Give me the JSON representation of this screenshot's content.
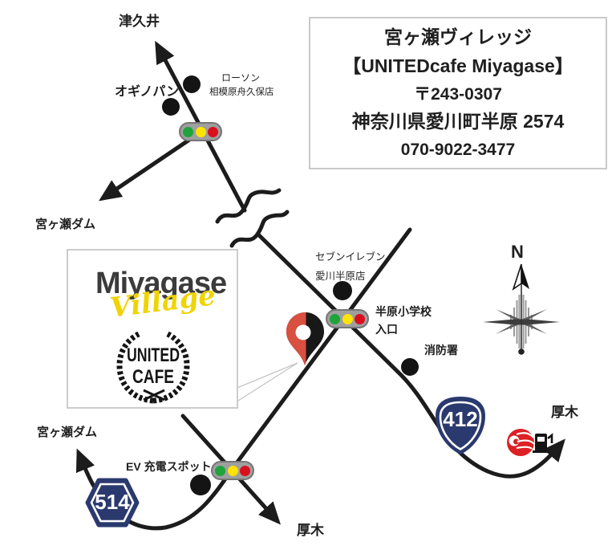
{
  "map": {
    "info_box": {
      "lines": [
        "宮ヶ瀬ヴィレッジ",
        "【UNITEDcafe Miyagase】",
        "〒243-0307",
        "神奈川県愛川町半原 2574",
        "070-9022-3477"
      ]
    },
    "labels": {
      "tsukui": "津久井",
      "ogino_pan": "オギノパン",
      "lawson_line1": "ローソン",
      "lawson_line2": "相模原舟久保店",
      "miyagase_dam_top": "宮ヶ瀬ダム",
      "seven_eleven_line1": "セブンイレブン",
      "seven_eleven_line2": "愛川半原店",
      "school_line1": "半原小学校",
      "school_line2": "入口",
      "fire_station": "消防署",
      "atsugi_right": "厚木",
      "compass_north": "N",
      "miyagase_dam_bottom": "宮ヶ瀬ダム",
      "ev_spot": "EV 充電スポット",
      "atsugi_bottom": "厚木"
    },
    "signs": {
      "national_route": "412",
      "prefectural_route": "514"
    },
    "logo_box": {
      "title": "Miyagase",
      "script": "Village",
      "emblem_top": "UNITED",
      "emblem_bottom": "CAFE"
    },
    "icons": {
      "traffic_light": "capsule with green/yellow/red lights",
      "poi_dot": "black filled circle place marker",
      "location_pin": "red and black map pin with white center",
      "compass_rose": "north compass rose",
      "gas_station_logo": "red circular brand mark",
      "fuel_pump": "black fuel pump glyph",
      "route_shield_national": "inverted rounded-triangle navy shield",
      "route_shield_prefectural": "navy hexagon shield",
      "wavy_break": "double squiggle road continuation mark"
    },
    "colors": {
      "road_black": "#1c1c1c",
      "sign_navy": "#2a3a6e",
      "signal_body_gray": "#9f9f9f",
      "signal_green": "#1fa43c",
      "signal_yellow": "#ffe206",
      "signal_red": "#d8101e",
      "pin_red": "#d95040",
      "logo_yellow": "#f0d400",
      "logo_charcoal": "#3b3b3b",
      "gas_logo_red": "#dd2025",
      "box_border_gray": "#c9c9c9"
    }
  }
}
